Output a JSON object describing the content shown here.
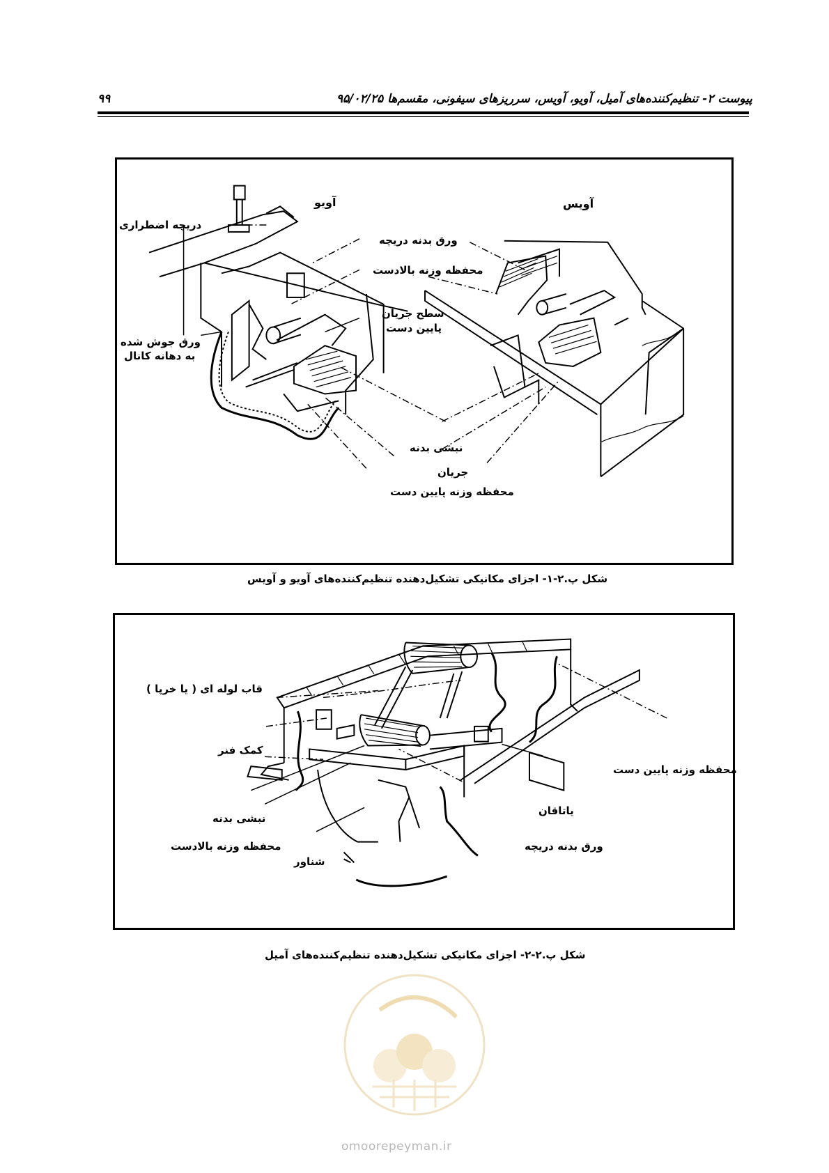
{
  "header": {
    "title": "پیوست ۲- تنظیم‌کننده‌های آمیل، آویو، آویس، سرریزهای سیفونی، مقسم‌ها   ۹۵/۰۲/۲۵",
    "page_number": "۹۹"
  },
  "figure1": {
    "caption": "شکل پ.۲-۱- اجزای مکانیکی تشکیل‌دهنده تنظیم‌کننده‌های آویو و آویس",
    "labels": {
      "aviu": "آویو",
      "avis": "آویس",
      "emergency_gate": "دریچه اضطراری",
      "gate_plate": "ورق بدنه دریچه",
      "upstream_float": "محفظه وزنه بالادست",
      "flow_surface": "سطح جریان",
      "downstream": "پایین دست",
      "welded_plate_1": "ورق جوش شده",
      "welded_plate_2": "به دهانه کانال",
      "body_angle": "نبشی بدنه",
      "flow": "جریان",
      "downstream_float": "محفظه وزنه پایین دست"
    }
  },
  "figure2": {
    "caption": "شکل پ.۲-۲- اجزای مکانیکی تشکیل‌دهنده تنظیم‌کننده‌های آمیل",
    "labels": {
      "tube_frame": "قاب لوله ای ( یا خرپا )",
      "spring_aid": "کمک فنر",
      "downstream_float": "محفظه وزنه پایین دست",
      "bearing": "یاتاقان",
      "body_angle": "نبشی بدنه",
      "upstream_float": "محفظه وزنه بالادست",
      "gate_plate": "ورق بدنه دریچه",
      "float": "شناور"
    }
  },
  "watermark": {
    "url": "omoorepeyman.ir"
  }
}
